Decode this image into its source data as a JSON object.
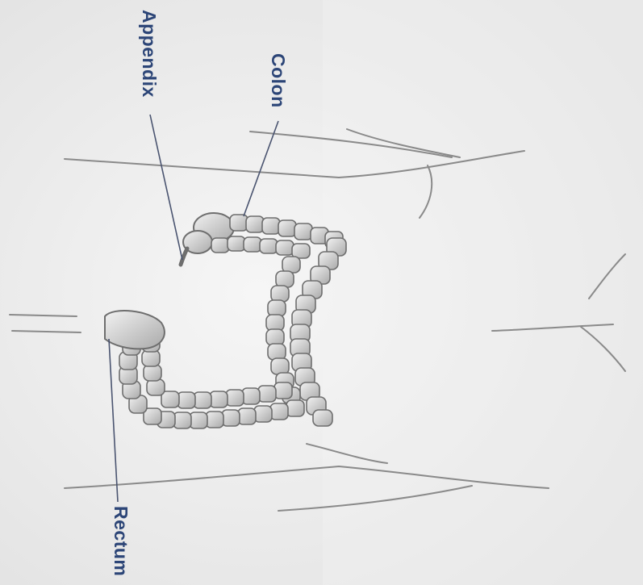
{
  "labels": {
    "appendix": "Appendix",
    "colon": "Colon",
    "rectum": "Rectum"
  },
  "colors": {
    "label": "#2c4577",
    "leader": "#4a5470",
    "outline": "#6e6e6e",
    "skin_line": "#8a8a8a",
    "organ_fill": "#d0d0d0"
  }
}
